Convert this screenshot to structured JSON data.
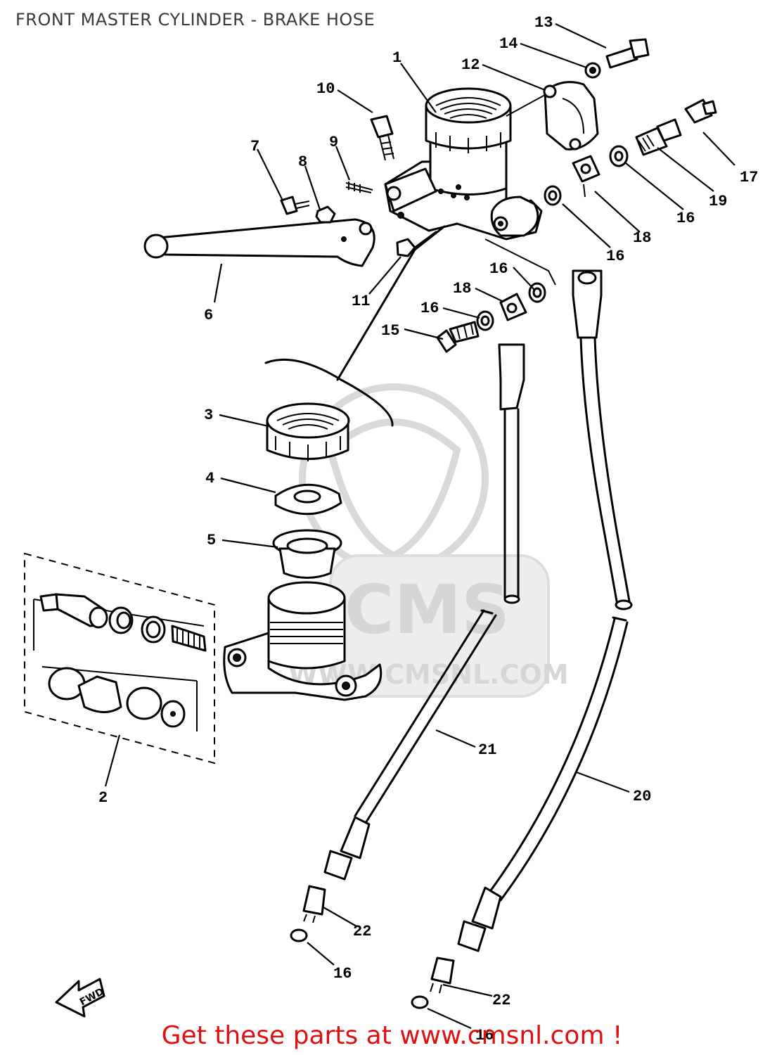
{
  "title": "FRONT MASTER CYLINDER - BRAKE HOSE",
  "footer": "Get these parts at www.cmsnl.com !",
  "watermark": {
    "logo": "CMS",
    "url": "WWW.CMSNL.COM"
  },
  "direction_marker": "FWD",
  "callouts": [
    "1",
    "2",
    "3",
    "4",
    "5",
    "6",
    "7",
    "8",
    "9",
    "10",
    "11",
    "12",
    "13",
    "14",
    "15",
    "16",
    "16",
    "16",
    "16",
    "16",
    "16",
    "17",
    "18",
    "18",
    "19",
    "20",
    "21",
    "22",
    "22"
  ],
  "colors": {
    "title": "#3a3a3a",
    "footer": "#e01010",
    "line_art": "#000000",
    "watermark": "#d6d6d6"
  }
}
